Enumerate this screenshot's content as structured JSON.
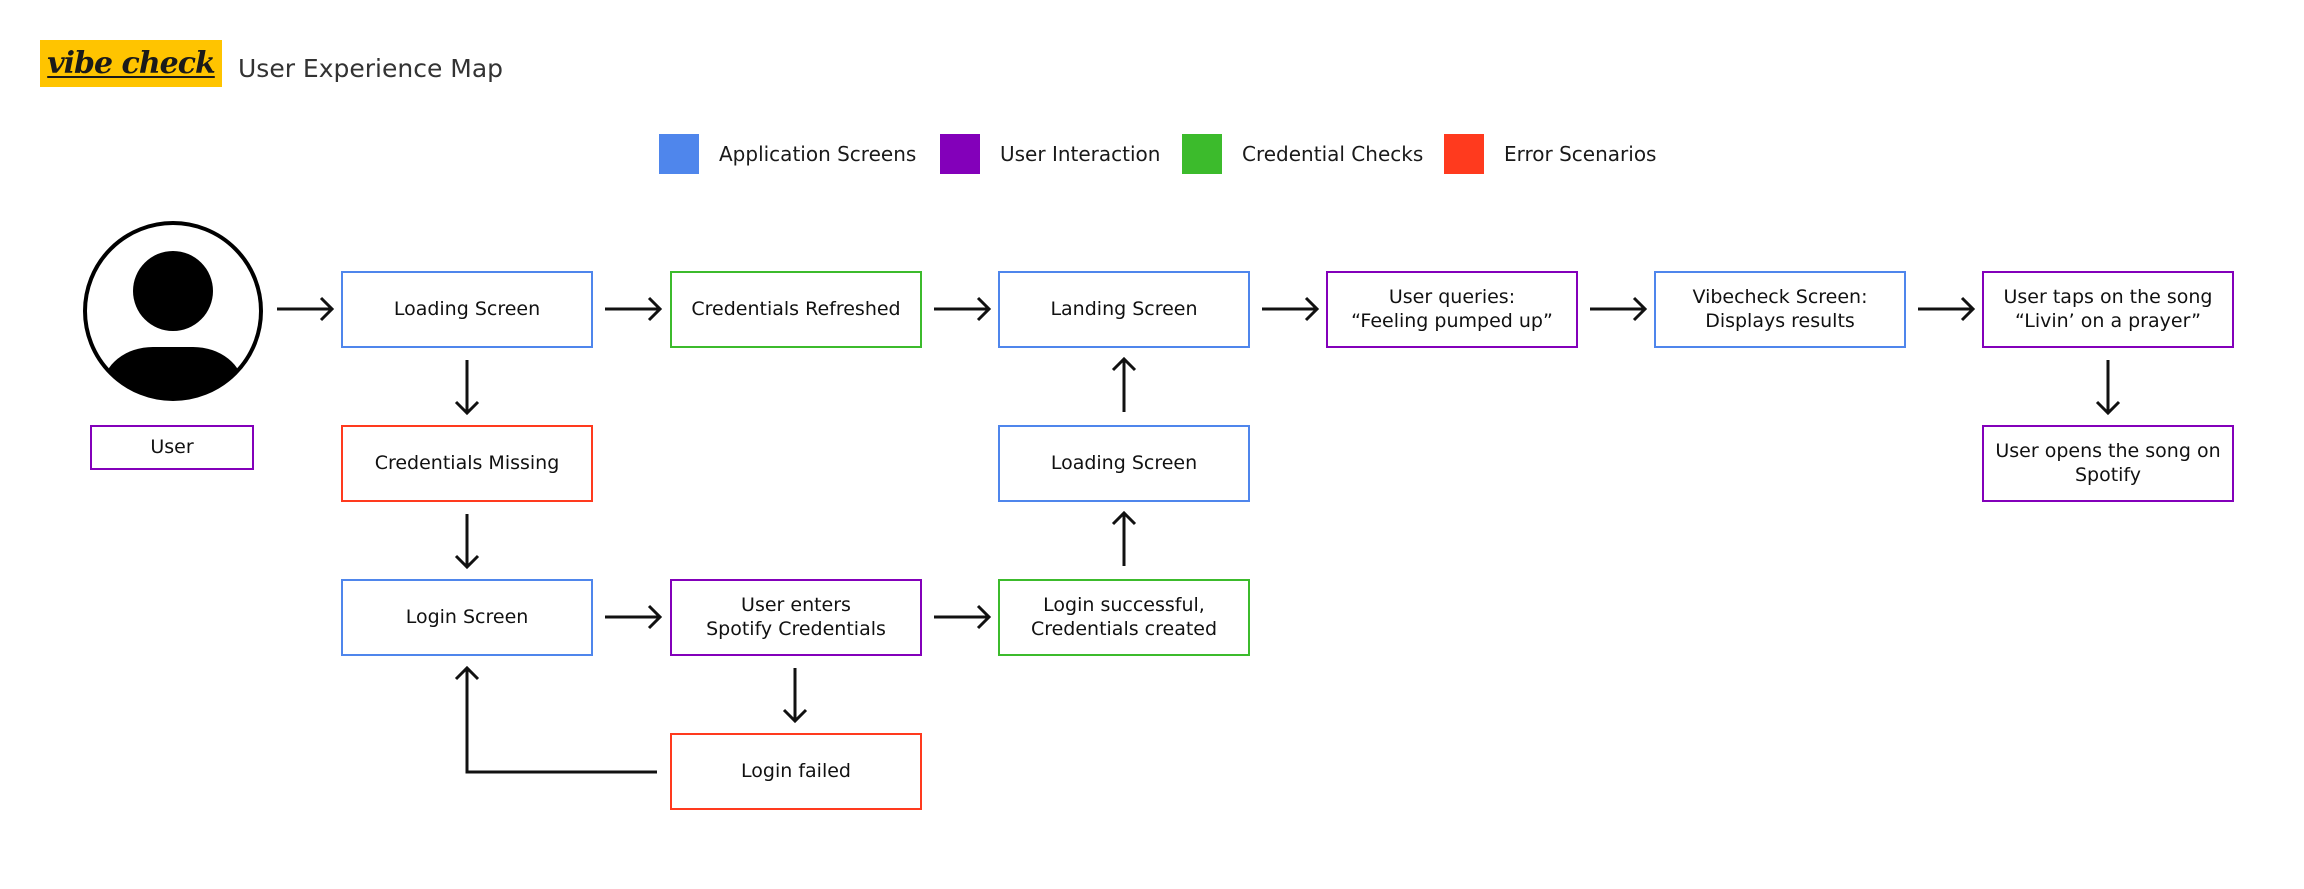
{
  "header": {
    "logo_text": "vibe check",
    "title": "User Experience Map"
  },
  "colors": {
    "application_screens": "#4F86EC",
    "user_interaction": "#8300BA",
    "credential_checks": "#3CBB2C",
    "error_scenarios": "#FF3A1E",
    "logo_background": "#FFC400"
  },
  "legend": [
    {
      "label": "Application Screens",
      "color": "#4F86EC"
    },
    {
      "label": "User Interaction",
      "color": "#8300BA"
    },
    {
      "label": "Credential Checks",
      "color": "#3CBB2C"
    },
    {
      "label": "Error Scenarios",
      "color": "#FF3A1E"
    }
  ],
  "nodes": {
    "user": {
      "label": "User",
      "category": "user_interaction",
      "icon": "user-avatar-icon"
    },
    "loading_screen_1": {
      "label": "Loading Screen",
      "category": "application_screens"
    },
    "credentials_refreshed": {
      "label": "Credentials Refreshed",
      "category": "credential_checks"
    },
    "landing_screen": {
      "label": "Landing Screen",
      "category": "application_screens"
    },
    "user_queries": {
      "label": "User queries:\n“Feeling pumped up”",
      "category": "user_interaction"
    },
    "vibecheck_screen": {
      "label": "Vibecheck Screen:\nDisplays results",
      "category": "application_screens"
    },
    "user_taps_song": {
      "label": "User taps on the song\n“Livin’ on a prayer”",
      "category": "user_interaction"
    },
    "credentials_missing": {
      "label": "Credentials Missing",
      "category": "error_scenarios"
    },
    "loading_screen_2": {
      "label": "Loading Screen",
      "category": "application_screens"
    },
    "user_opens_song": {
      "label": "User opens the song on\nSpotify",
      "category": "user_interaction"
    },
    "login_screen": {
      "label": "Login Screen",
      "category": "application_screens"
    },
    "user_enters_credentials": {
      "label": "User enters\nSpotify Credentials",
      "category": "user_interaction"
    },
    "login_successful": {
      "label": "Login successful,\nCredentials created",
      "category": "credential_checks"
    },
    "login_failed": {
      "label": "Login failed",
      "category": "error_scenarios"
    }
  },
  "edges": [
    {
      "from": "user",
      "to": "loading_screen_1"
    },
    {
      "from": "loading_screen_1",
      "to": "credentials_refreshed"
    },
    {
      "from": "credentials_refreshed",
      "to": "landing_screen"
    },
    {
      "from": "landing_screen",
      "to": "user_queries"
    },
    {
      "from": "user_queries",
      "to": "vibecheck_screen"
    },
    {
      "from": "vibecheck_screen",
      "to": "user_taps_song"
    },
    {
      "from": "loading_screen_1",
      "to": "credentials_missing"
    },
    {
      "from": "credentials_missing",
      "to": "login_screen"
    },
    {
      "from": "login_screen",
      "to": "user_enters_credentials"
    },
    {
      "from": "user_enters_credentials",
      "to": "login_successful"
    },
    {
      "from": "login_successful",
      "to": "loading_screen_2"
    },
    {
      "from": "loading_screen_2",
      "to": "landing_screen"
    },
    {
      "from": "user_enters_credentials",
      "to": "login_failed"
    },
    {
      "from": "login_failed",
      "to": "login_screen"
    },
    {
      "from": "user_taps_song",
      "to": "user_opens_song"
    }
  ]
}
